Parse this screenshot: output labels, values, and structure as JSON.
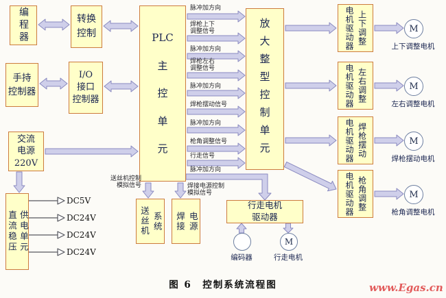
{
  "figure": {
    "caption": "图 6　控制系统流程图",
    "watermark": "www.Egas.cn"
  },
  "colors": {
    "box_fill": "#ffffc9",
    "box_border": "#cc7a3d",
    "arrow_fill": "#cfcfea",
    "arrow_border": "#8a8ac0",
    "watermark": "#e25b5b"
  },
  "boxes": {
    "programmer": "编程器",
    "conversion": "转换\n控制",
    "handheld": "手持\n控制器",
    "io_controller": "I/O\n接口\n控制器",
    "ac_power": "交流\n电源\n220V",
    "dc_unit": "直流稳压\n供电单元",
    "plc": "PLC\n主\n控\n单\n元",
    "amplifier": "放大整型控制单元",
    "wire_feeder": "送丝机\n系统",
    "weld_power": "焊接\n电源",
    "walk_driver": "行走电机\n驱动器"
  },
  "signals": [
    "脉冲加方向",
    "焊枪上下\n调整信号",
    "脉冲加方向",
    "焊枪左右\n调整信号",
    "脉冲加方向",
    "焊枪摆动信号",
    "脉冲加方向",
    "枪角调整信号",
    "行走信号",
    "脉冲加方向"
  ],
  "bottom_signals": {
    "wire_feeder": "送丝机控制\n模拟信号",
    "weld_power": "焊接电源控制\n模拟信号"
  },
  "drivers": [
    "上下调整\n电机驱动器",
    "左右调整\n电机驱动器",
    "焊枪摆动\n电机驱动器",
    "枪角调整\n电机驱动器"
  ],
  "motors": {
    "symbol": "M",
    "labels": [
      "上下调整电机",
      "左右调整电机",
      "焊枪摆动电机",
      "枪角调整电机"
    ]
  },
  "walk_section": {
    "encoder_label": "编码器",
    "motor_symbol": "M",
    "motor_label": "行走电机"
  },
  "dc_outputs": [
    "DC5V",
    "DC24V",
    "DC24V",
    "DC24V"
  ]
}
